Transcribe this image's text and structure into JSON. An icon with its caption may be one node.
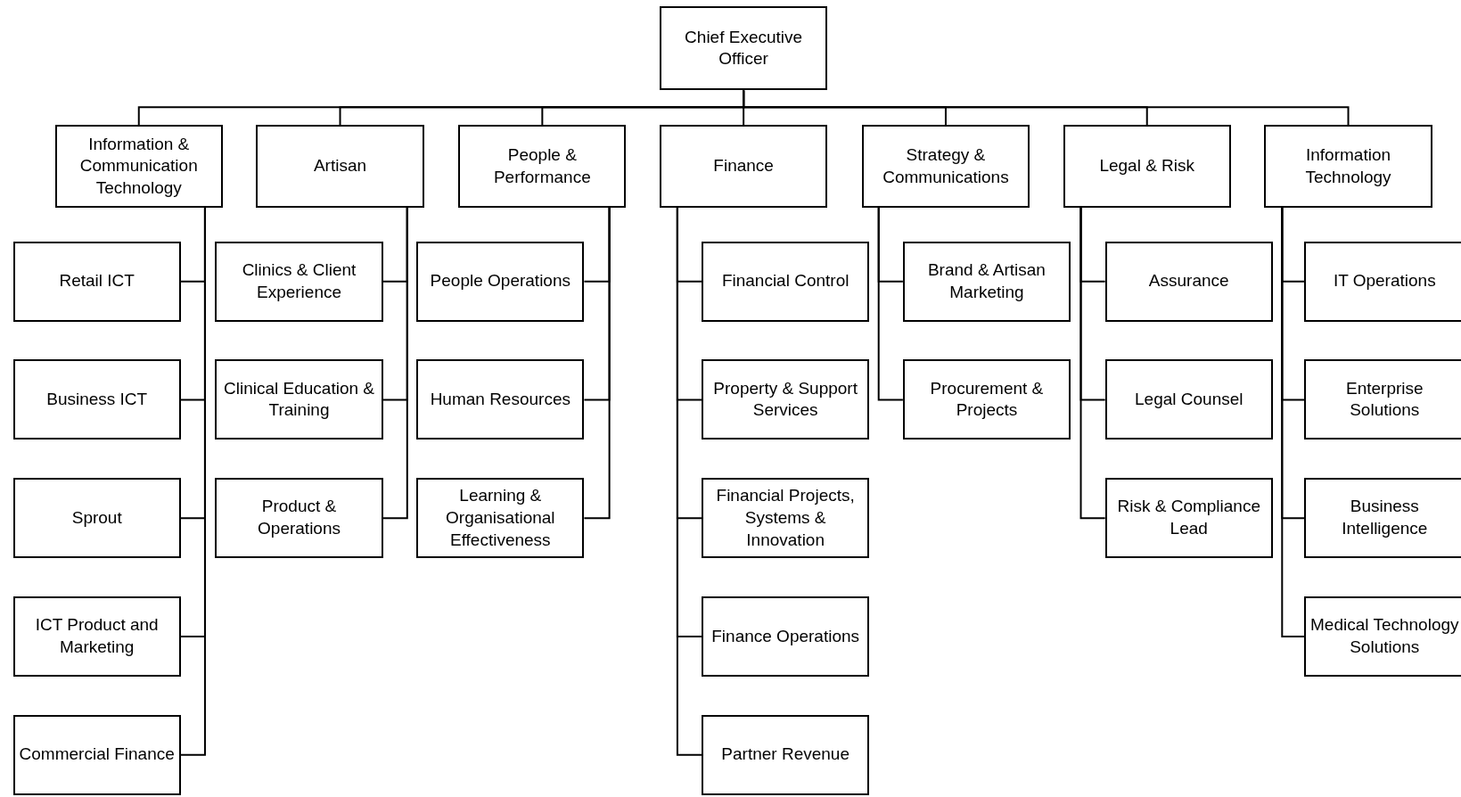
{
  "diagram": {
    "nodes": [
      {
        "text": [
          "Chief Executive Officer"
        ]
      },
      {
        "text": [
          "Information & Communication Technology"
        ]
      },
      {
        "text": [
          "Artisan"
        ]
      },
      {
        "text": [
          "People & Performance"
        ]
      },
      {
        "text": [
          "Finance"
        ]
      },
      {
        "text": [
          "Strategy & Communications"
        ]
      },
      {
        "text": [
          "Legal & Risk"
        ]
      },
      {
        "text": [
          "Information Technology"
        ]
      },
      {
        "text": [
          "Retail ICT"
        ]
      },
      {
        "text": [
          "Business ICT"
        ]
      },
      {
        "text": [
          "Sprout"
        ]
      },
      {
        "text": [
          "ICT Product and Marketing"
        ]
      },
      {
        "text": [
          "Commercial Finance"
        ]
      },
      {
        "text": [
          "Clinics & Client Experience"
        ]
      },
      {
        "text": [
          "Clinical Education & Training"
        ]
      },
      {
        "text": [
          "Product & Operations"
        ]
      },
      {
        "text": [
          "People Operations"
        ]
      },
      {
        "text": [
          "Human Resources"
        ]
      },
      {
        "text": [
          "Learning & Organisational Effectiveness"
        ]
      },
      {
        "text": [
          "Financial Control"
        ]
      },
      {
        "text": [
          "Property & Support Services"
        ]
      },
      {
        "text": [
          "Financial Projects, Systems & Innovation"
        ]
      },
      {
        "text": [
          "Finance Operations"
        ]
      },
      {
        "text": [
          "Partner Revenue"
        ]
      },
      {
        "text": [
          "Brand & Artisan Marketing"
        ]
      },
      {
        "text": [
          "Procurement & Projects"
        ]
      },
      {
        "text": [
          "Assurance"
        ]
      },
      {
        "text": [
          "Legal Counsel"
        ]
      },
      {
        "text": [
          "Risk & Compliance Lead"
        ]
      },
      {
        "text": [
          "IT Operations"
        ]
      },
      {
        "text": [
          "Enterprise Solutions"
        ]
      },
      {
        "text": [
          "Business Intelligence"
        ]
      },
      {
        "text": [
          "Medical Technology Solutions"
        ]
      }
    ],
    "edges": [
      {
        "from": 0,
        "to": 1,
        "arrow": "none"
      },
      {
        "from": 0,
        "to": 2,
        "arrow": "none"
      },
      {
        "from": 0,
        "to": 3,
        "arrow": "none"
      },
      {
        "from": 0,
        "to": 4,
        "arrow": "none"
      },
      {
        "from": 0,
        "to": 5,
        "arrow": "none"
      },
      {
        "from": 0,
        "to": 6,
        "arrow": "none"
      },
      {
        "from": 0,
        "to": 7,
        "arrow": "none"
      },
      {
        "from": 1,
        "to": 8,
        "arrow": "none"
      },
      {
        "from": 1,
        "to": 9,
        "arrow": "none"
      },
      {
        "from": 1,
        "to": 10,
        "arrow": "none"
      },
      {
        "from": 1,
        "to": 11,
        "arrow": "none"
      },
      {
        "from": 1,
        "to": 12,
        "arrow": "none"
      },
      {
        "from": 2,
        "to": 13,
        "arrow": "none"
      },
      {
        "from": 2,
        "to": 14,
        "arrow": "none"
      },
      {
        "from": 2,
        "to": 15,
        "arrow": "none"
      },
      {
        "from": 3,
        "to": 16,
        "arrow": "none"
      },
      {
        "from": 3,
        "to": 17,
        "arrow": "none"
      },
      {
        "from": 3,
        "to": 18,
        "arrow": "none"
      },
      {
        "from": 4,
        "to": 19,
        "arrow": "none"
      },
      {
        "from": 4,
        "to": 20,
        "arrow": "none"
      },
      {
        "from": 4,
        "to": 21,
        "arrow": "none"
      },
      {
        "from": 4,
        "to": 22,
        "arrow": "none"
      },
      {
        "from": 4,
        "to": 23,
        "arrow": "none"
      },
      {
        "from": 5,
        "to": 24,
        "arrow": "none"
      },
      {
        "from": 5,
        "to": 25,
        "arrow": "none"
      },
      {
        "from": 6,
        "to": 26,
        "arrow": "none"
      },
      {
        "from": 6,
        "to": 27,
        "arrow": "none"
      },
      {
        "from": 6,
        "to": 28,
        "arrow": "none"
      },
      {
        "from": 7,
        "to": 29,
        "arrow": "none"
      },
      {
        "from": 7,
        "to": 30,
        "arrow": "none"
      },
      {
        "from": 7,
        "to": 31,
        "arrow": "none"
      },
      {
        "from": 7,
        "to": 32,
        "arrow": "none"
      }
    ]
  }
}
